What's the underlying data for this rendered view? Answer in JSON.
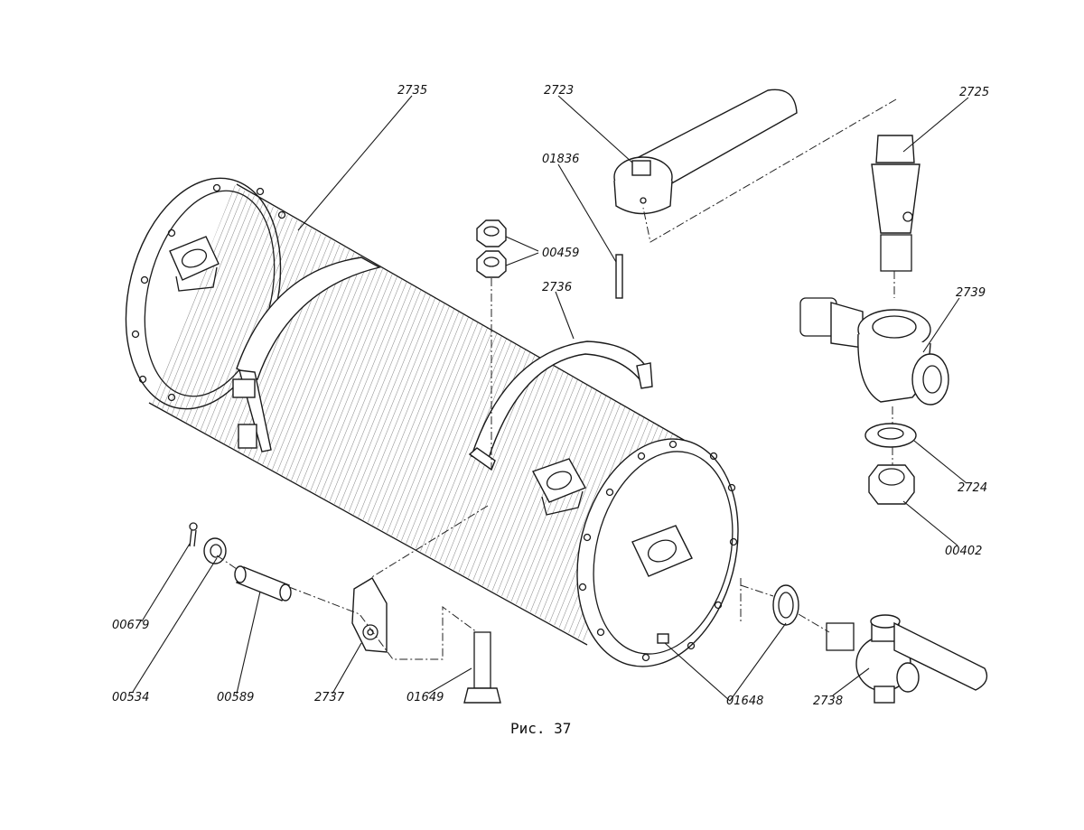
{
  "figure": {
    "caption": "Рис. 37"
  },
  "callouts": {
    "c2735": "2735",
    "c2723": "2723",
    "c01836": "01836",
    "c2725": "2725",
    "c00459": "00459",
    "c2736": "2736",
    "c2739": "2739",
    "c2724": "2724",
    "c00402": "00402",
    "c00679": "00679",
    "c00534": "00534",
    "c00589": "00589",
    "c2737": "2737",
    "c01649": "01649",
    "c01648": "01648",
    "c2738": "2738"
  }
}
